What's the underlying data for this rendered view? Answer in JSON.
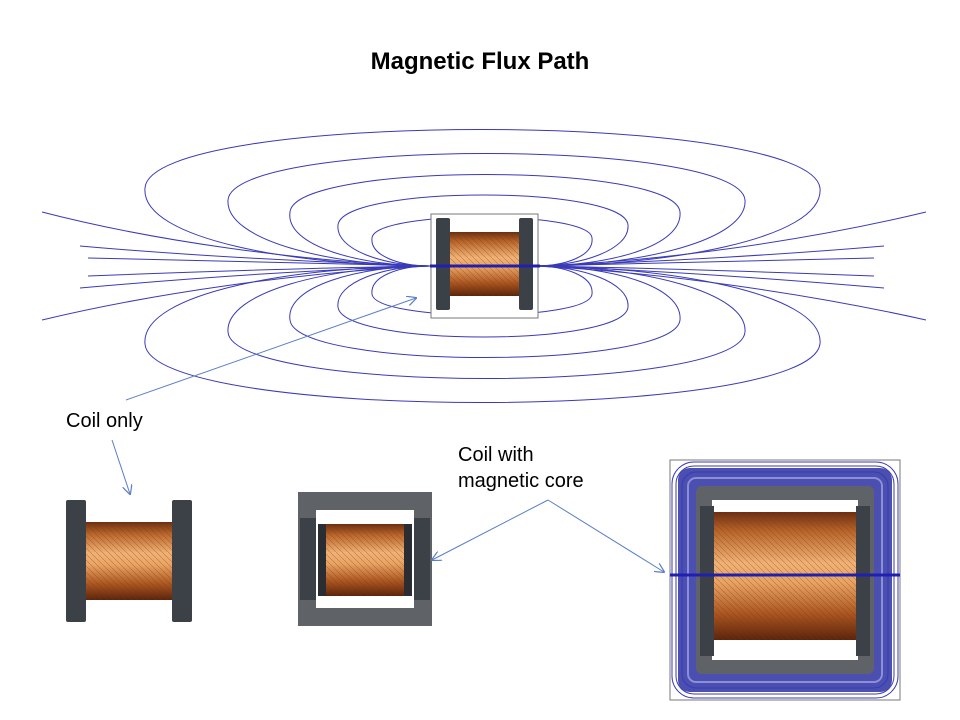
{
  "title": "Magnetic Flux Path",
  "labels": {
    "coil_only": "Coil only",
    "coil_with_core_line1": "Coil with",
    "coil_with_core_line2": "magnetic core"
  },
  "colors": {
    "flux": "#3a3ab8",
    "arrow": "#5b7fc7",
    "core": "#5f6266",
    "bobbin": "#3c4148",
    "copper": "#b8652a",
    "copper_light": "#e9a463",
    "copper_dark": "#6b2e10"
  },
  "icons": [
    "coil-icon",
    "arrow-icon"
  ]
}
